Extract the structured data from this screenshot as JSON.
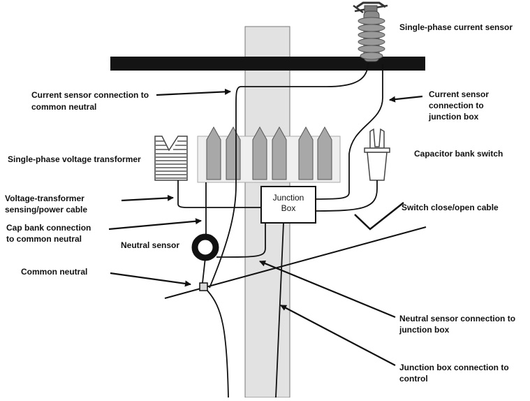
{
  "labels": {
    "current_sensor": "Single-phase current sensor",
    "cs_to_neutral_1": "Current sensor connection to",
    "cs_to_neutral_2": "common neutral",
    "cs_to_jbox_1": "Current sensor",
    "cs_to_jbox_2": "connection to",
    "cs_to_jbox_3": "junction box",
    "voltage_transformer": "Single-phase voltage transformer",
    "capacitor_switch": "Capacitor bank switch",
    "vt_cable_1": "Voltage-transformer",
    "vt_cable_2": "sensing/power cable",
    "switch_cable": "Switch close/open cable",
    "cap_neutral_1": "Cap bank connection",
    "cap_neutral_2": "to common neutral",
    "neutral_sensor": "Neutral sensor",
    "common_neutral": "Common neutral",
    "ns_to_jbox_1": "Neutral sensor connection to",
    "ns_to_jbox_2": "junction box",
    "jbox_to_control_1": "Junction box connection to",
    "jbox_to_control_2": "control",
    "jbox_1": "Junction",
    "jbox_2": "Box"
  },
  "colors": {
    "line": "#111111",
    "pole": "#e2e2e2",
    "crossarm": "#141414",
    "bushing": "#a8a8a8",
    "bank": "#efefef",
    "sensor": "#8a8a8a"
  }
}
